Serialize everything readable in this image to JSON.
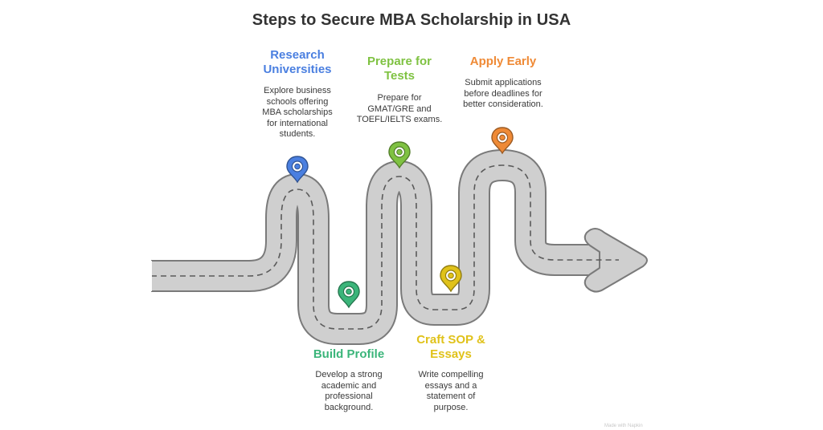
{
  "title": "Steps to Secure MBA Scholarship in USA",
  "colors": {
    "road_fill": "#cfcfcf",
    "road_stroke": "#7a7a7a",
    "dash": "#5a5a5a",
    "research": "#4a7fe0",
    "build": "#3bb57a",
    "prepare": "#7fc242",
    "craft": "#e0c21a",
    "apply": "#ef8a36"
  },
  "steps": [
    {
      "id": "research",
      "icon": "location-pin-icon",
      "title_lines": [
        "Research",
        "Universities"
      ],
      "desc_lines": [
        "Explore business",
        "schools offering",
        "MBA scholarships",
        "for international",
        "students."
      ]
    },
    {
      "id": "build",
      "icon": "location-pin-icon",
      "title_lines": [
        "Build Profile"
      ],
      "desc_lines": [
        "Develop a strong",
        "academic and",
        "professional",
        "background."
      ]
    },
    {
      "id": "prepare",
      "icon": "location-pin-icon",
      "title_lines": [
        "Prepare for",
        "Tests"
      ],
      "desc_lines": [
        "Prepare for",
        "GMAT/GRE and",
        "TOEFL/IELTS exams."
      ]
    },
    {
      "id": "craft",
      "icon": "location-pin-icon",
      "title_lines": [
        "Craft SOP &",
        "Essays"
      ],
      "desc_lines": [
        "Write compelling",
        "essays and a",
        "statement of",
        "purpose."
      ]
    },
    {
      "id": "apply",
      "icon": "location-pin-icon",
      "title_lines": [
        "Apply Early"
      ],
      "desc_lines": [
        "Submit applications",
        "before deadlines for",
        "better consideration."
      ]
    }
  ],
  "watermark": "Made with Napkin"
}
